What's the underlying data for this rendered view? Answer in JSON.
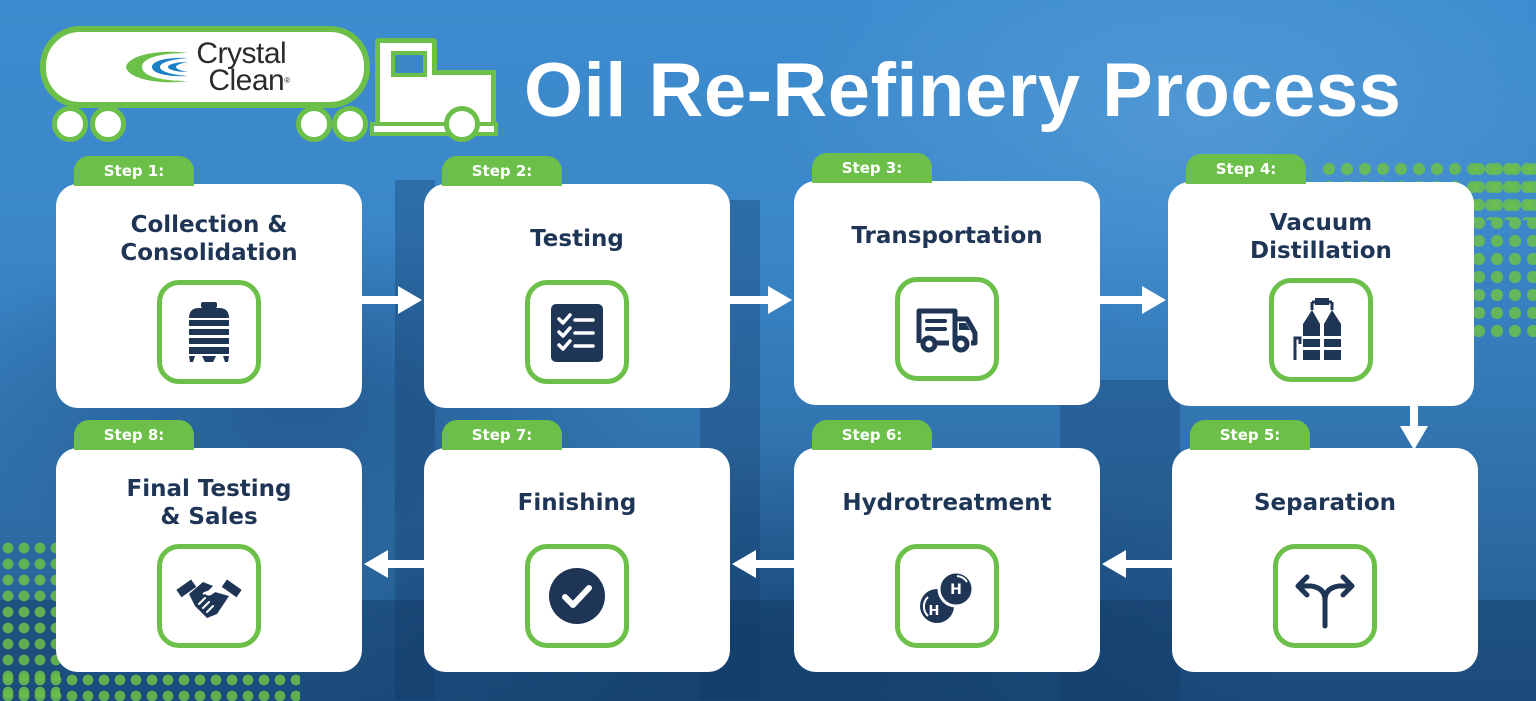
{
  "header": {
    "brand_line1": "Crystal",
    "brand_line2": "Clean",
    "brand_reg": "®",
    "title": "Oil Re-Refinery Process"
  },
  "colors": {
    "accent_green": "#6cc04a",
    "navy": "#1f3556",
    "background_blue": "#3a86c8",
    "card": "#ffffff"
  },
  "steps": [
    {
      "step": "Step 1:",
      "title": "Collection &\nConsolidation",
      "icon": "storage-tank-icon"
    },
    {
      "step": "Step 2:",
      "title": "Testing",
      "icon": "checklist-icon"
    },
    {
      "step": "Step 3:",
      "title": "Transportation",
      "icon": "delivery-truck-icon"
    },
    {
      "step": "Step 4:",
      "title": "Vacuum\nDistillation",
      "icon": "distillation-tower-icon"
    },
    {
      "step": "Step 5:",
      "title": "Separation",
      "icon": "split-arrow-icon"
    },
    {
      "step": "Step 6:",
      "title": "Hydrotreatment",
      "icon": "hydrogen-molecule-icon"
    },
    {
      "step": "Step 7:",
      "title": "Finishing",
      "icon": "check-circle-icon"
    },
    {
      "step": "Step 8:",
      "title": "Final Testing\n& Sales",
      "icon": "handshake-icon"
    }
  ],
  "flow": [
    "Step 1 → Step 2",
    "Step 2 → Step 3",
    "Step 3 → Step 4",
    "Step 4 ↓ Step 5",
    "Step 5 ← Step 6",
    "Step 6 ← Step 7",
    "Step 7 ← Step 8"
  ]
}
